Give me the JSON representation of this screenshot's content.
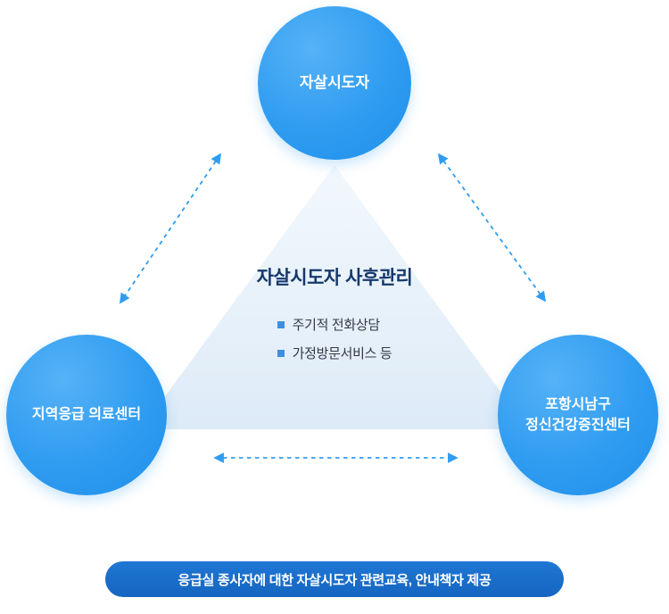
{
  "diagram": {
    "nodes": {
      "top": {
        "label": "자살시도자"
      },
      "left": {
        "label": "지역응급 의료센터"
      },
      "right": {
        "line1": "포항시남구",
        "line2": "정신건강증진센터"
      }
    },
    "center": {
      "title": "자살시도자 사후관리",
      "bullets": [
        "주기적 전화상담",
        "가정방문서비스 등"
      ]
    },
    "banner": {
      "text": "응급실 종사자에 대한 자살시도자 관련교육, 안내책자 제공"
    },
    "colors": {
      "circle_blue": "#2f9cf1",
      "triangle_light_blue": "#e7f1fa",
      "arrow_blue": "#2f9cf1",
      "title_navy": "#16396b",
      "bullet_square_blue": "#3e8ede",
      "banner_blue": "#1565c0",
      "background": "#ffffff"
    }
  }
}
